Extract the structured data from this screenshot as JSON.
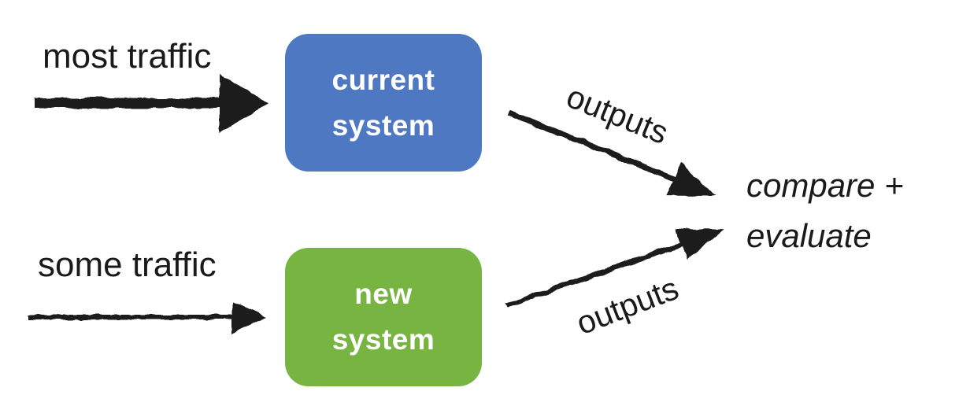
{
  "canvas": {
    "background": "#ffffff"
  },
  "labels": {
    "top_input": "most traffic",
    "bottom_input": "some traffic",
    "top_output": "outputs",
    "bottom_output": "outputs"
  },
  "nodes": {
    "current": {
      "lines": [
        "current",
        "system"
      ],
      "fill": "#4e79c2",
      "text_color": "#ffffff"
    },
    "new": {
      "lines": [
        "new",
        "system"
      ],
      "fill": "#78b441",
      "text_color": "#ffffff"
    }
  },
  "result": {
    "lines": [
      "compare +",
      "evaluate"
    ]
  },
  "arrows": {
    "color": "#1b1b1b",
    "top_input_arrow": "thick hand-drawn arrow from 'most traffic' into current system",
    "bottom_input_arrow": "thin hand-drawn arrow from 'some traffic' into new system",
    "top_output_arrow": "arrow from current system down-right to compare + evaluate",
    "bottom_output_arrow": "arrow from new system up-right to compare + evaluate"
  }
}
